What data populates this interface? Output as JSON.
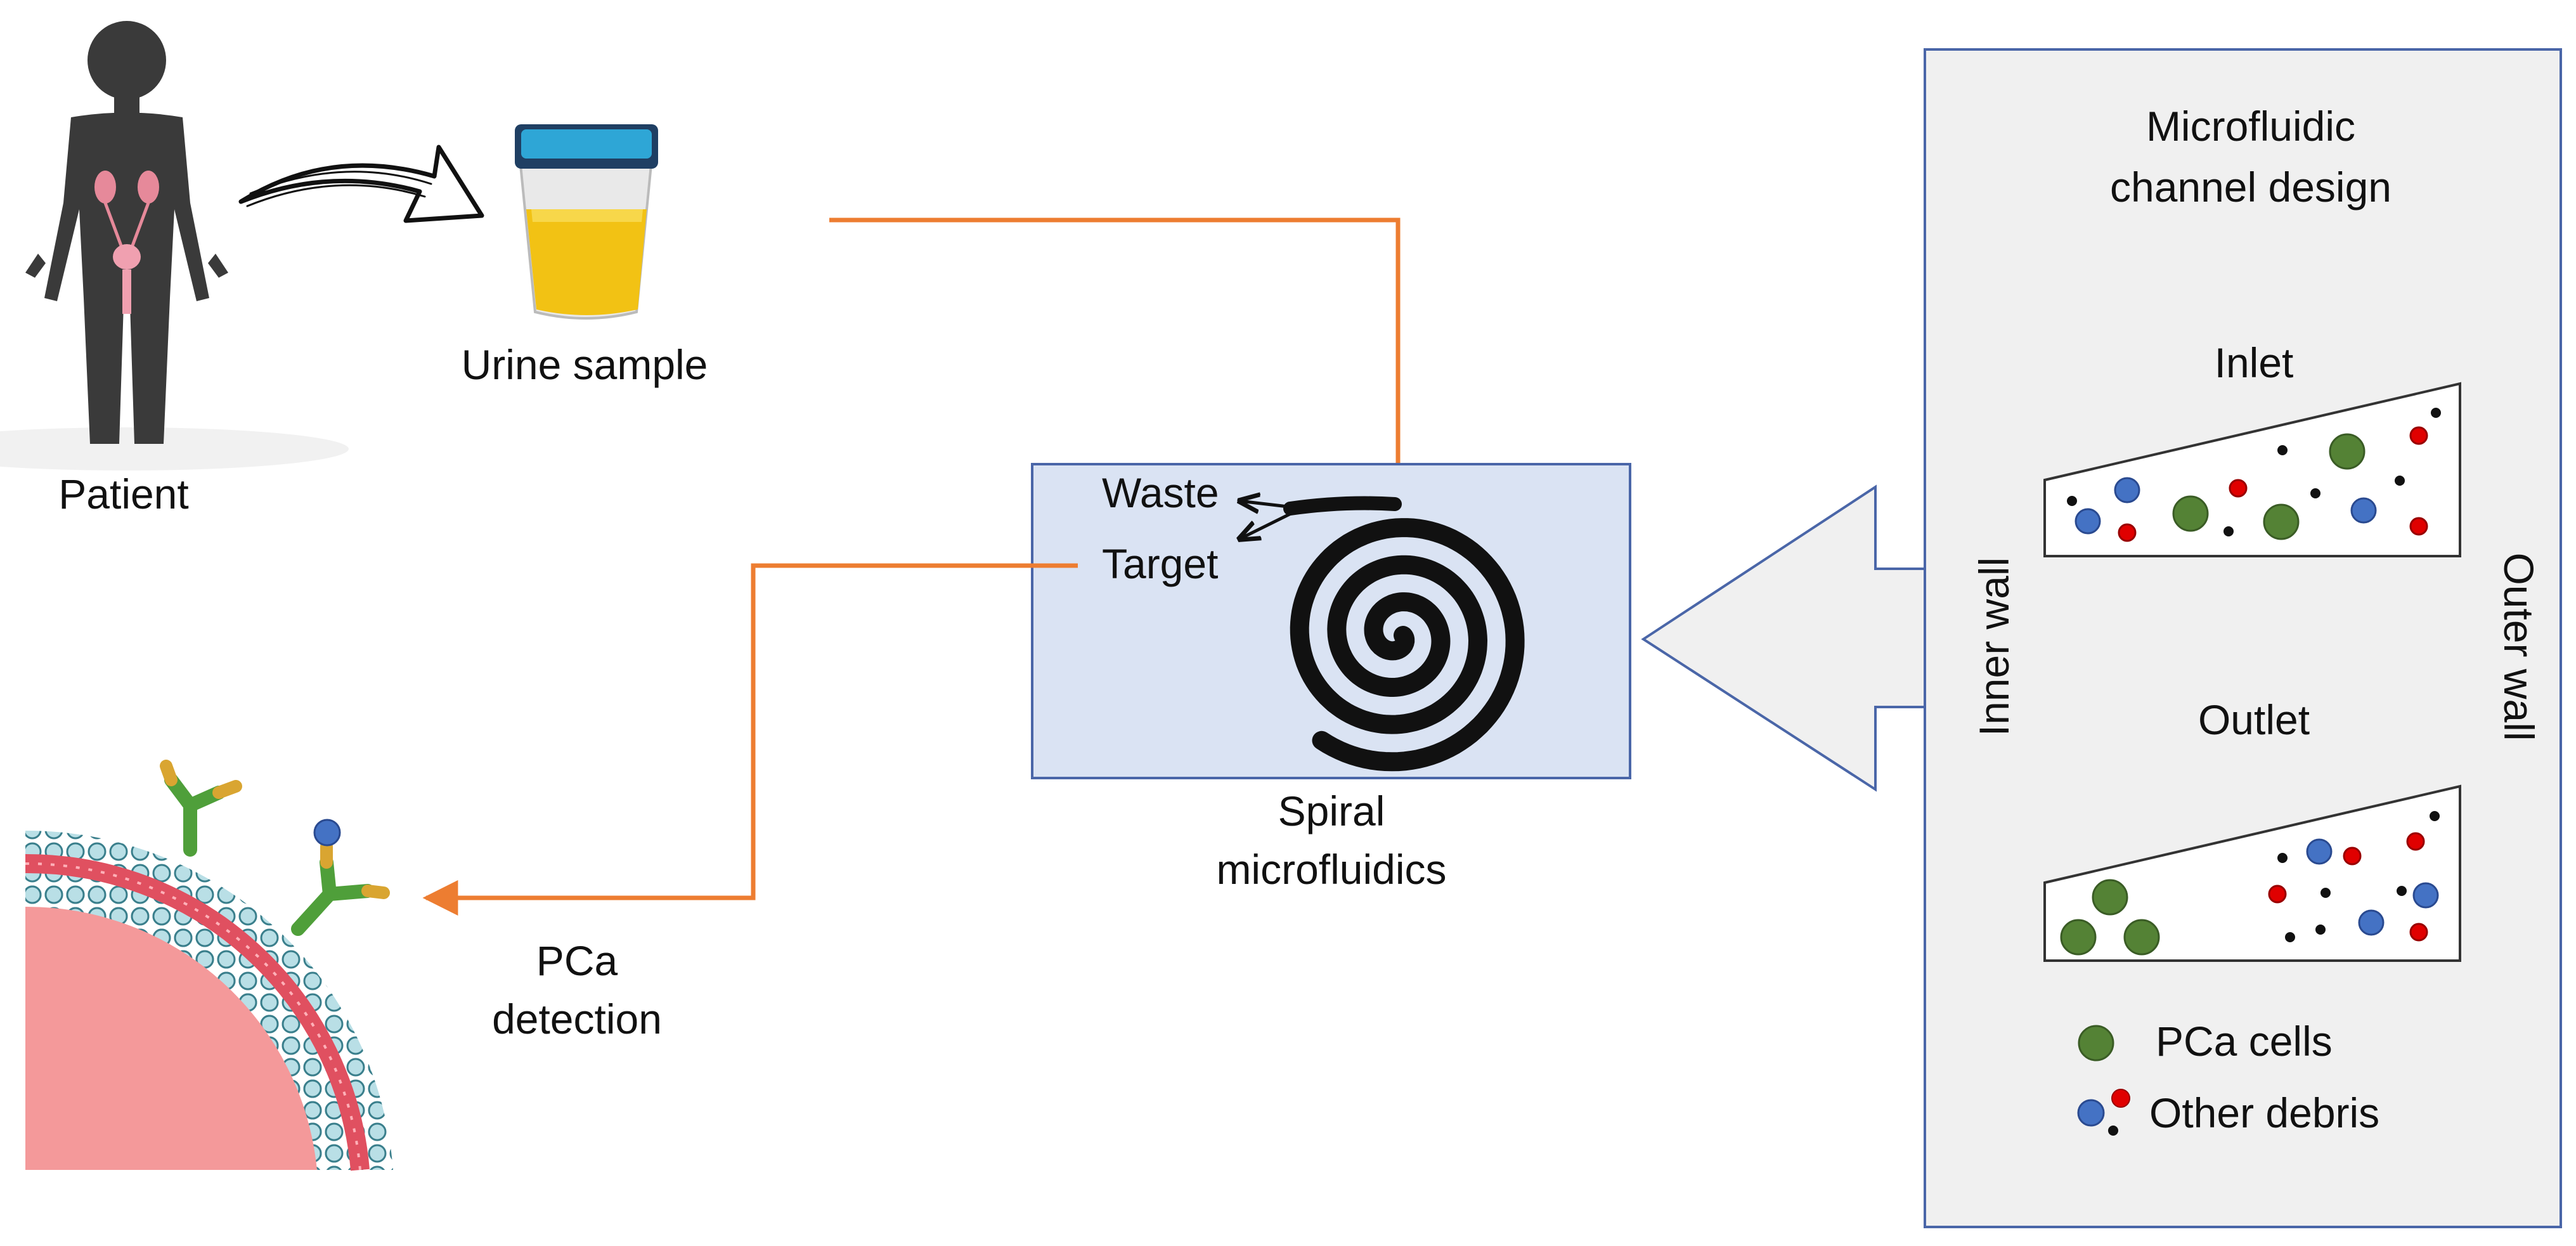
{
  "labels": {
    "patient": "Patient",
    "urine_sample": "Urine sample",
    "waste": "Waste",
    "target": "Target",
    "spiral_line1": "Spiral",
    "spiral_line2": "microfluidics",
    "pca_line1": "PCa",
    "pca_line2": "detection"
  },
  "channel_panel": {
    "title_line1": "Microfluidic",
    "title_line2": "channel design",
    "inlet": "Inlet",
    "outlet": "Outlet",
    "inner_wall": "Inner wall",
    "outer_wall": "Outer wall",
    "legend": {
      "pca_cells": "PCa cells",
      "other_debris": "Other debris"
    }
  },
  "colors": {
    "flow_arrow": "#ed7d31",
    "spiral_box_fill": "#dae3f3",
    "box_border": "#4a66a8",
    "panel_fill": "#f0f0f0",
    "pca_cell": "#548235",
    "debris_blue": "#4472c4",
    "debris_red": "#e00000",
    "cell_body": "#f4999a",
    "membrane": "#e05060"
  },
  "icons": {
    "patient": "human-silhouette-icon",
    "urine": "specimen-cup-icon",
    "spiral": "spiral-channel-icon",
    "cell": "cell-membrane-antibody-icon"
  }
}
